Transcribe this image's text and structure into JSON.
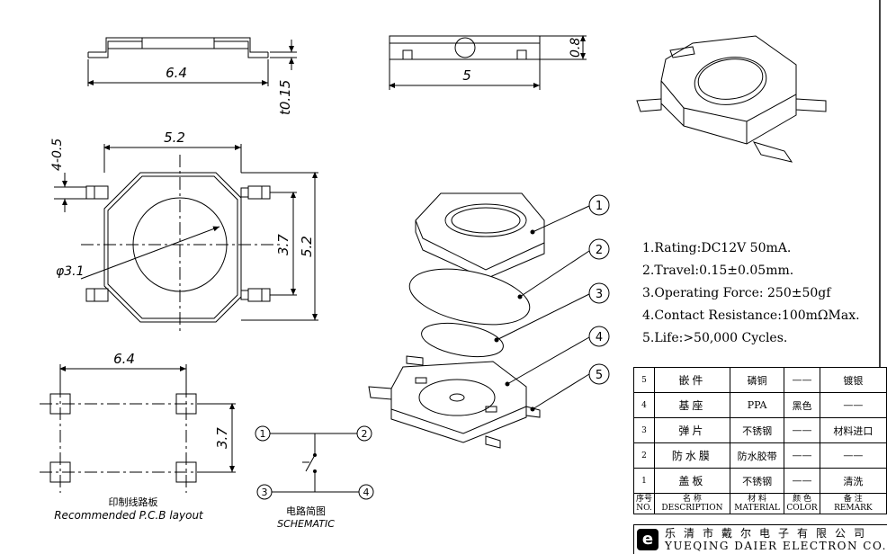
{
  "dimensions": {
    "side_width": "6.4",
    "front_width": "5",
    "height": "0.8",
    "travel_tol": "t0.15",
    "terminal_pitch": "4-0.5",
    "top_width": "5.2",
    "top_height": "5.2",
    "inner_span": "3.7",
    "actuator_dia": "φ3.1",
    "pcb_width": "6.4",
    "pcb_height": "3.7"
  },
  "parts_callouts": [
    "1",
    "2",
    "3",
    "4",
    "5"
  ],
  "schematic_pins": [
    "1",
    "2",
    "3",
    "4"
  ],
  "pcb_label_cn": "印制线路板",
  "pcb_label_en": "Recommended P.C.B layout",
  "schematic_label_cn": "电路简图",
  "schematic_label_en": "SCHEMATIC",
  "specs": [
    "1.Rating:DC12V 50mA.",
    "2.Travel:0.15±0.05mm.",
    "3.Operating Force: 250±50gf",
    "4.Contact Resistance:100mΩMax.",
    "5.Life:>50,000 Cycles."
  ],
  "bom": {
    "rows": [
      {
        "no": "5",
        "desc": "嵌件",
        "material": "磷铜",
        "color": "——",
        "remark": "镀银"
      },
      {
        "no": "4",
        "desc": "基座",
        "material": "PPA",
        "color": "黑色",
        "remark": "——"
      },
      {
        "no": "3",
        "desc": "弹片",
        "material": "不锈钢",
        "color": "——",
        "remark": "材料进口"
      },
      {
        "no": "2",
        "desc": "防水膜",
        "material": "防水胶带",
        "color": "——",
        "remark": "——"
      },
      {
        "no": "1",
        "desc": "盖板",
        "material": "不锈钢",
        "color": "——",
        "remark": "清洗"
      }
    ],
    "header": {
      "no_cn": "序号",
      "no_en": "NO.",
      "desc_cn": "名 称",
      "desc_en": "DESCRIPTION",
      "mat_cn": "材 料",
      "mat_en": "MATERIAL",
      "col_cn": "颜 色",
      "col_en": "COLOR",
      "rem_cn": "备 注",
      "rem_en": "REMARK"
    }
  },
  "company": {
    "logo_letter": "e",
    "name_cn": "乐清市戴尔电子有限公司",
    "name_en": "YUEQING DAIER ELECTRON CO.,LTD"
  }
}
